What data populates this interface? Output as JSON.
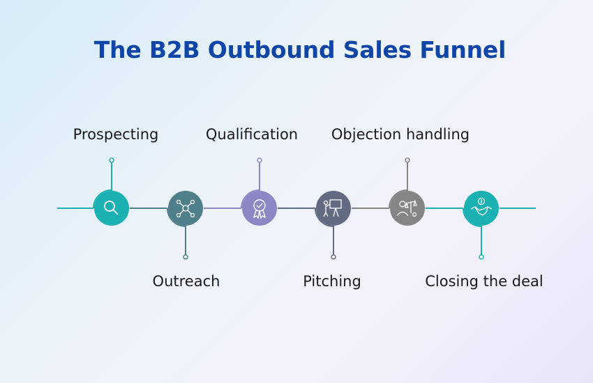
{
  "title": "The B2B Outbound Sales Funnel",
  "steps": [
    {
      "label": "Prospecting",
      "icon": "magnifier-icon",
      "color": "#1bb0b2",
      "line": "#1bb0b2"
    },
    {
      "label": "Outreach",
      "icon": "network-people-icon",
      "color": "#4e7f8a",
      "line": "#4e7f8a"
    },
    {
      "label": "Qualification",
      "icon": "award-badge-icon",
      "color": "#8c88c6",
      "line": "#8c88c6"
    },
    {
      "label": "Pitching",
      "icon": "presentation-icon",
      "color": "#626b82",
      "line": "#626b82"
    },
    {
      "label": "Objection handling",
      "icon": "person-scale-icon",
      "color": "#858585",
      "line": "#858585"
    },
    {
      "label": "Closing the deal",
      "icon": "handshake-dollar-icon",
      "color": "#1bb0b2",
      "line": "#1bb0b2"
    }
  ]
}
